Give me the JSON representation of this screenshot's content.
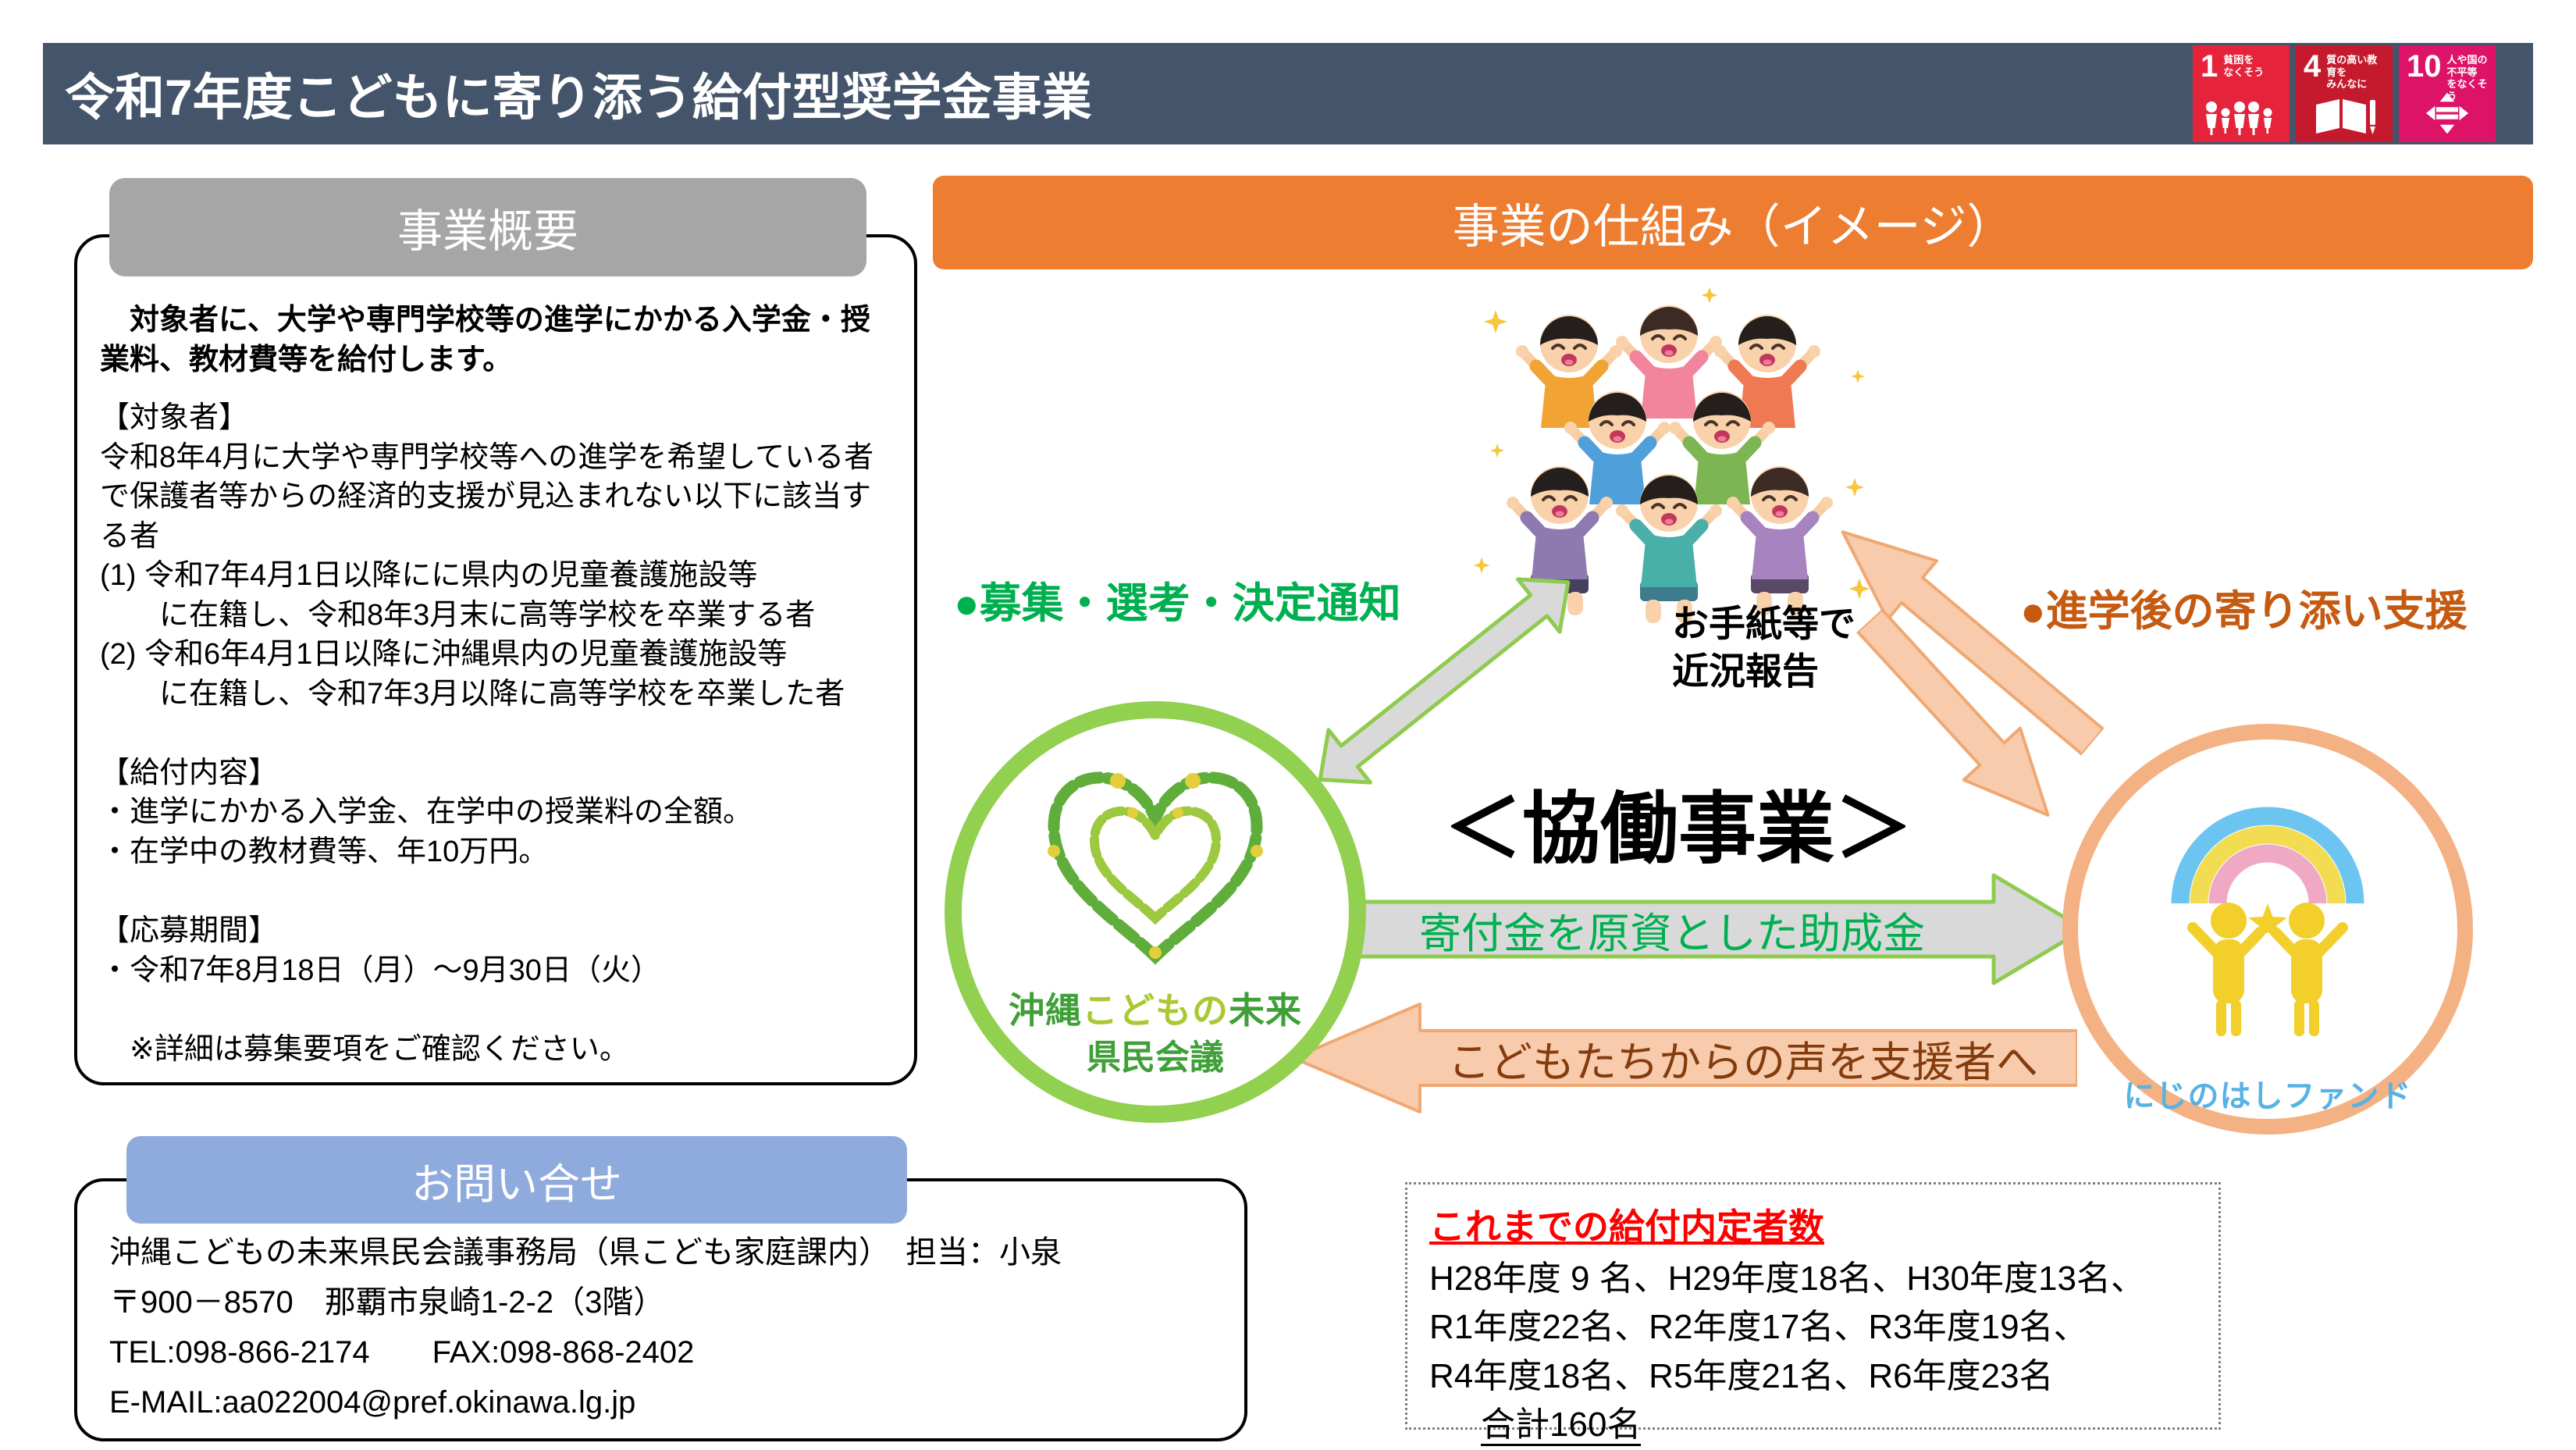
{
  "header": {
    "title": "令和7年度こどもに寄り添う給付型奨学金事業",
    "bg_color": "#44546A",
    "sdg_tiles": [
      {
        "number": "1",
        "label": "貧困を\nなくそう",
        "color": "#E5243B",
        "icon": "sdg-family-icon"
      },
      {
        "number": "4",
        "label": "質の高い教育を\nみんなに",
        "color": "#C5192D",
        "icon": "sdg-book-icon"
      },
      {
        "number": "10",
        "label": "人や国の不平等\nをなくそう",
        "color": "#DD1367",
        "icon": "sdg-equality-icon"
      }
    ]
  },
  "overview": {
    "header_label": "事業概要",
    "lead": "　対象者に、大学や専門学校等の進学にかかる入学金・授業料、教材費等を給付します。",
    "body": "【対象者】\n令和8年4月に大学や専門学校等への進学を希望している者で保護者等からの経済的支援が見込まれない以下に該当する者\n (1) 令和7年4月1日以降にに県内の児童養護施設等\n　　に在籍し、令和8年3月末に高等学校を卒業する者\n (2) 令和6年4月1日以降に沖縄県内の児童養護施設等\n　　に在籍し、令和7年3月以降に高等学校を卒業した者\n\n【給付内容】\n・進学にかかる入学金、在学中の授業料の全額。\n・在学中の教材費等、年10万円。\n\n【応募期間】\n・令和7年8月18日（月）～9月30日（火）\n\n　※詳細は募集要項をご確認ください。"
  },
  "scheme": {
    "header_label": "事業の仕組み（イメージ）",
    "left_step": "●募集・選考・決定通知",
    "right_step": "●進学後の寄り添い支援",
    "kids_caption": "お手紙等で\n近況報告",
    "center_title": "＜協働事業＞",
    "grant_arrow": "寄付金を原資とした助成金",
    "voice_arrow": "こどもたちからの声を支援者へ",
    "green_org": {
      "name_a": "沖縄",
      "name_b": "こどもの",
      "name_c": "未来",
      "name_line2": "県民会議"
    },
    "orange_org": {
      "name": "にじのはしファンド"
    }
  },
  "contact": {
    "header_label": "お問い合せ",
    "lines": [
      "沖縄こどもの未来県民会議事務局（県こども家庭課内）　担当：小泉",
      "〒900－8570　那覇市泉崎1-2-2（3階）",
      "TEL:098-866-2174　　FAX:098-868-2402",
      "E-MAIL:aa022004@pref.okinawa.lg.jp"
    ]
  },
  "stats": {
    "title": "これまでの給付内定者数",
    "lines": [
      "H28年度 9 名、H29年度18名、H30年度13名、",
      "R1年度22名、R2年度17名、R3年度19名、",
      "R4年度18名、R5年度21名、R6年度23名"
    ],
    "total": "合計160名"
  },
  "colors": {
    "header_bar": "#44546A",
    "overview_header": "#A6A6A6",
    "scheme_header": "#ED7D31",
    "contact_header": "#8FAADC",
    "green_ring": "#92D050",
    "orange_ring": "#F4B183",
    "green_text": "#00B050",
    "dark_orange_text": "#C55A11",
    "brown_text": "#843C0C",
    "stats_title_red": "#FF0000",
    "gray_arrow_fill": "#D9D9D9",
    "peach_arrow_fill": "#F8CBAD"
  }
}
